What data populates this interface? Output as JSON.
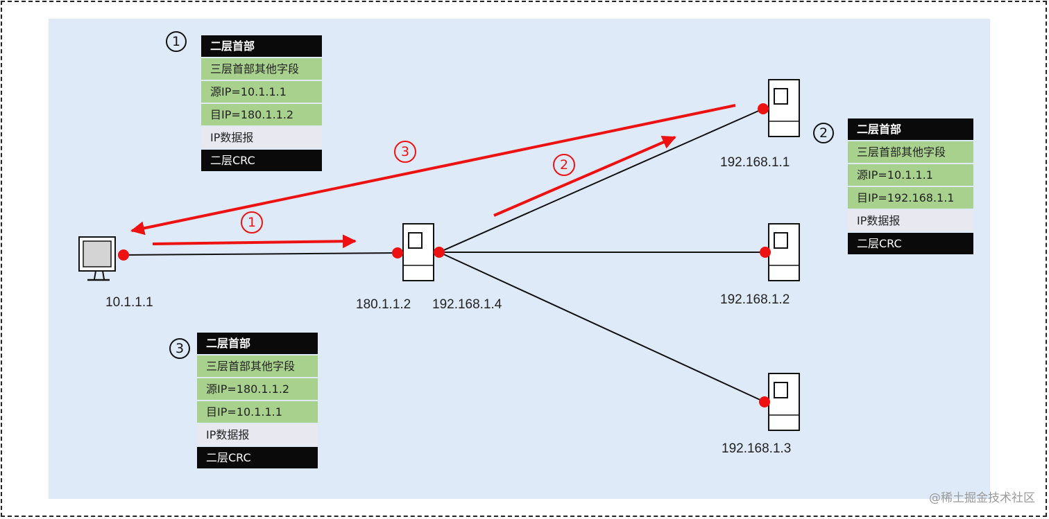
{
  "nodes": {
    "host": "10.1.1.1",
    "router_left": "180.1.1.2",
    "router_right": "192.168.1.4",
    "server1": "192.168.1.1",
    "server2": "192.168.1.2",
    "server3": "192.168.1.3"
  },
  "arrow_labels": {
    "step1": "1",
    "step2": "2",
    "step3": "3"
  },
  "packets": [
    {
      "marker": "1",
      "rows": [
        "二层首部",
        "三层首部其他字段",
        "源IP=10.1.1.1",
        "目IP=180.1.1.2",
        "IP数据报",
        "二层CRC"
      ]
    },
    {
      "marker": "2",
      "rows": [
        "二层首部",
        "三层首部其他字段",
        "源IP=10.1.1.1",
        "目IP=192.168.1.1",
        "IP数据报",
        "二层CRC"
      ]
    },
    {
      "marker": "3",
      "rows": [
        "二层首部",
        "三层首部其他字段",
        "源IP=180.1.1.2",
        "目IP=10.1.1.1",
        "IP数据报",
        "二层CRC"
      ]
    }
  ],
  "colors": {
    "panel": "#deeaf7",
    "arrow": "#ee1111",
    "header": "#0a0a0a",
    "field": "#a9d18e",
    "payload": "#e8e8f0"
  },
  "watermark": "@稀土掘金技术社区"
}
